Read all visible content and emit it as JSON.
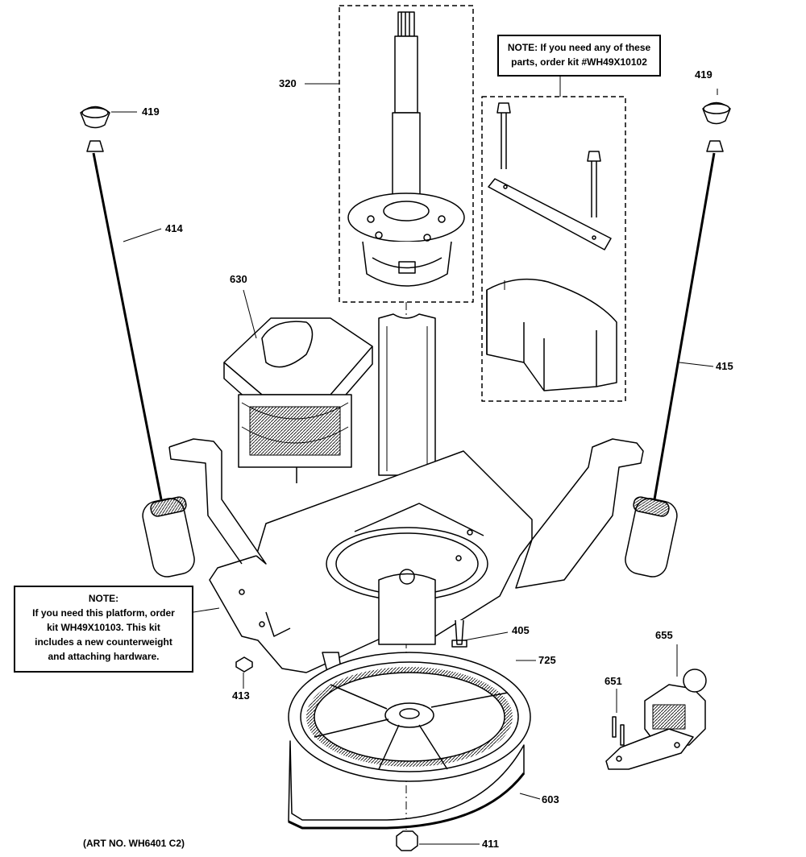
{
  "part_labels": {
    "p320": "320",
    "p419_left": "419",
    "p419_right": "419",
    "p414": "414",
    "p415": "415",
    "p630": "630",
    "p405": "405",
    "p725": "725",
    "p655": "655",
    "p651": "651",
    "p413": "413",
    "p603": "603",
    "p411": "411"
  },
  "note_top": {
    "line1": "NOTE: If you need any of these",
    "line2": "parts, order kit #WH49X10102"
  },
  "note_left": {
    "heading": "NOTE:",
    "line1": "If you need this platform, order",
    "line2": "kit WH49X10103. This kit",
    "line3": "includes a new counterweight",
    "line4": "and attaching hardware."
  },
  "art_number": "(ART NO. WH6401 C2)"
}
